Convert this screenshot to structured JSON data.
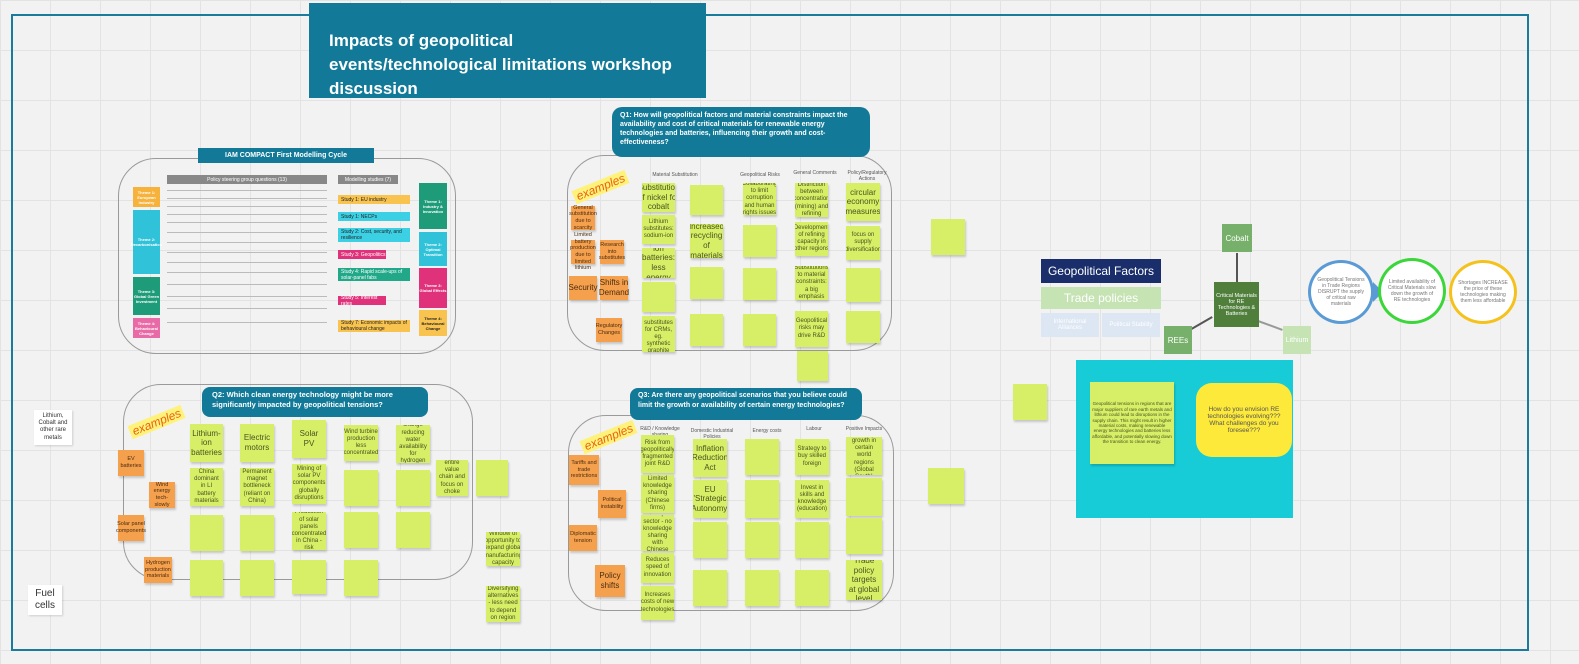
{
  "title": "Impacts of geopolitical events/technological limitations workshop discussion",
  "iam": {
    "header": "IAM COMPACT First Modelling Cycle",
    "col_policy": "Policy steering group questions (13)",
    "col_modelling": "Modelling studies (7)",
    "themes_left": [
      "Theme 1: European Industry",
      "Theme 2: Decarbonisation",
      "Theme 3: Global Green Investment",
      "Theme 4: Behavioural Change"
    ],
    "studies": [
      "Study 1: EU industry",
      "Study 1: NECPs",
      "Study 2: Cost, security, and resilience",
      "Study 3: Geopolitics",
      "Study 4: Rapid scale-ups of solar-panel fabs",
      "Study 5: Interest rates",
      "Study 7: Economic impacts of behavioural change"
    ],
    "themes_right": [
      "Theme 1: Industry & Innovation",
      "Theme 2: Optimal Transition",
      "Theme 3: Global Effects",
      "Theme 4: Behavioural Change"
    ]
  },
  "examples_label": "examples",
  "q1": {
    "question": "Q1: How will geopolitical factors and material constraints impact the availability and cost of critical materials for renewable energy technologies and batteries, influencing their growth and cost-effectiveness?",
    "cols": [
      "Material Substitution",
      "Geopolitical Risks",
      "General Comments",
      "Policy/Regulatory Actions"
    ],
    "orange": [
      "General substitution due to scarcity",
      "Limited battery production due to limited lithium",
      "Research into substitutes",
      "Security",
      "Shifts in Demand",
      "Regulatory Changes"
    ],
    "stickies": [
      "Substitution of nickel for cobalt",
      "Lithium substitutes: sodium-ion",
      "Sodium-ion batteries: less energy dense",
      "Increased recycling of materials",
      "Collaborating to limit corruption and human rights issues",
      "Distinction between concentration (mining) and refining",
      "Development of refining capacity in other regions",
      "Substitutions to material constraints: a big emphasis",
      "Geopolitical risks may drive R&D",
      "circular economy measures",
      "focus on supply diversification",
      "Artificial substitutes for CRMs, eg. synthetic graphite"
    ]
  },
  "q2": {
    "question": "Q2: Which clean energy technology might be more significantly impacted by geopolitical tensions?",
    "left_note": "Lithium, Cobalt and other rare metals",
    "orange": [
      "EV batteries",
      "Wind energy tech-slowly",
      "Solar panel components",
      "Hydrogen production materials"
    ],
    "stickies": [
      "Lithium-ion batteries",
      "Electric motors",
      "Solar PV",
      "Wind turbine production less concentrated",
      "Climate change reducing water availability for hydrogen production",
      "China dominant in LI battery materials",
      "Permanent magnet bottleneck (reliant on China)",
      "Mining of solar PV components globally disruptions",
      "Production of solar panels concentrated in China - risk",
      "Explore entire value chain and focus on choke points",
      "Window of opportunity to expand global manufacturing capacity",
      "Diversifying alternatives - less need to depend on region"
    ],
    "fuel_cells": "Fuel cells"
  },
  "q3": {
    "question": "Q3: Are there any geopolitical scenarios that you believe could limit the growth or availability of certain energy technologies?",
    "cols": [
      "R&D / Knowledge sharing",
      "Domestic Industrial Policies",
      "Energy costs",
      "Labour",
      "Positive Impacts"
    ],
    "orange": [
      "Tariffs and trade restrictions",
      "Political instability",
      "Diplomatic tension",
      "Policy shifts"
    ],
    "stickies": [
      "Risk from geopolitically fragmented joint R&D",
      "Limited knowledge sharing (Chinese firms)",
      "Example of chips sector - no knowledge sharing with Chinese firms",
      "Reduces speed of innovation",
      "Increases costs of new technologies",
      "Inflation Reduction Act",
      "EU 'Strategic Autonomy'",
      "Strategy to buy skilled foreign",
      "Invest in skills and knowledge (education)",
      "Economic growth in certain world regions (Global South)",
      "Trade policy targets at global level"
    ]
  },
  "right": {
    "factors_title": "Geopolitical Factors",
    "trade": "Trade policies",
    "alliances": "International Alliances",
    "stability": "Political Stability",
    "cobalt": "Cobalt",
    "rees": "REEs",
    "lithium": "Lithium",
    "center": "Critical Materials for RE Technologies & Batteries",
    "cyan_note": "Geopolitical tensions in regions that are major suppliers of rare earth metals and lithium could lead to disruptions in the supply chain. This might result in higher material costs, making renewable energy technologies and batteries less affordable, and potentially slowing down the transition to clean energy.",
    "yellow_q": "How do you envision RE technologies evolving??? What challenges do you foresee???",
    "circles": [
      "Geopolitical Tensions in Trade Regions DISRUPT the supply of critical raw materials",
      "Limited availability of Critical Materials slow down the growth of RE technologies",
      "Shortages INCREASE the price of these technologies making them less affordable"
    ]
  },
  "colors": {
    "accent": "#127a98",
    "sticky": "#d6ef67",
    "orange": "#f5a04d",
    "cyan": "#17ccd6",
    "navy": "#1a2e6b"
  }
}
